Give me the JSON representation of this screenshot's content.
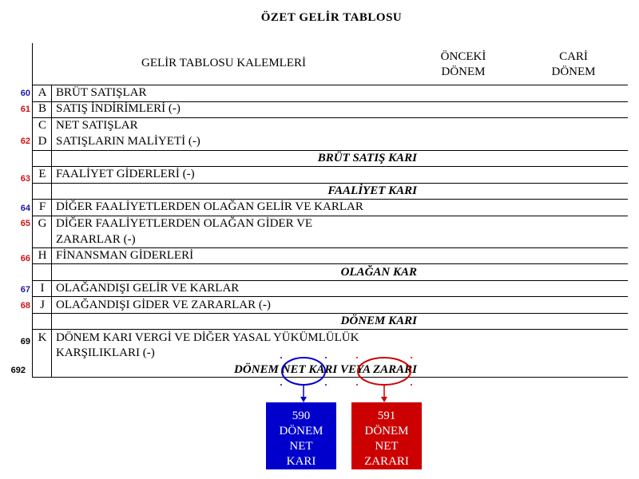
{
  "title": "ÖZET GELİR TABLOSU",
  "header": {
    "items_col": "GELİR TABLOSU KALEMLERİ",
    "prev_line1": "ÖNCEKİ",
    "prev_line2": "DÖNEM",
    "curr_line1": "CARİ",
    "curr_line2": "DÖNEM"
  },
  "rows": {
    "a": {
      "code": "60",
      "letter": "A",
      "text": "BRÜT SATIŞLAR"
    },
    "b": {
      "code": "61",
      "letter": "B",
      "text": "SATIŞ İNDİRİMLERİ (-)"
    },
    "c": {
      "letter": "C",
      "text": "NET SATIŞLAR"
    },
    "d": {
      "code": "62",
      "letter": "D",
      "text": "SATIŞLARIN MALİYETİ (-)"
    },
    "e": {
      "code": "63",
      "letter": "E",
      "text": "FAALİYET GİDERLERİ (-)"
    },
    "f": {
      "code": "64",
      "letter": "F",
      "text": "DİĞER FAALİYETLERDEN OLAĞAN GELİR VE KARLAR"
    },
    "g": {
      "code": "65",
      "letter": "G",
      "text1": "DİĞER FAALİYETLERDEN OLAĞAN GİDER VE",
      "text2": "ZARARLAR (-)"
    },
    "h": {
      "code": "66",
      "letter": "H",
      "text": "FİNANSMAN GİDERLERİ"
    },
    "i": {
      "code": "67",
      "letter": "I",
      "text": "OLAĞANDIŞI GELİR VE KARLAR"
    },
    "j": {
      "code": "68",
      "letter": "J",
      "text": "OLAĞANDIŞI GİDER VE ZARARLAR (-)"
    },
    "k": {
      "code": "69",
      "letter": "K",
      "text1": "DÖNEM KARI VERGİ VE DİĞER YASAL YÜKÜMLÜLÜK",
      "text2": "KARŞILIKLARI (-)"
    }
  },
  "subtotals": {
    "brut": "BRÜT SATIŞ KARI",
    "faaliyet": "FAALİYET KARI",
    "olagan": "OLAĞAN KAR",
    "donem": "DÖNEM KARI",
    "net": "DÖNEM NET KARI VEYA ZARARI",
    "net_code": "692"
  },
  "boxes": {
    "profit": {
      "code": "590",
      "line1": "DÖNEM",
      "line2": "NET",
      "line3": "KARI",
      "color": "#0000cc"
    },
    "loss": {
      "code": "591",
      "line1": "DÖNEM",
      "line2": "NET",
      "line3": "ZARARI",
      "color": "#cc0000"
    }
  },
  "colors": {
    "code_blue": "#1a1aa6",
    "code_red": "#cc1414"
  }
}
